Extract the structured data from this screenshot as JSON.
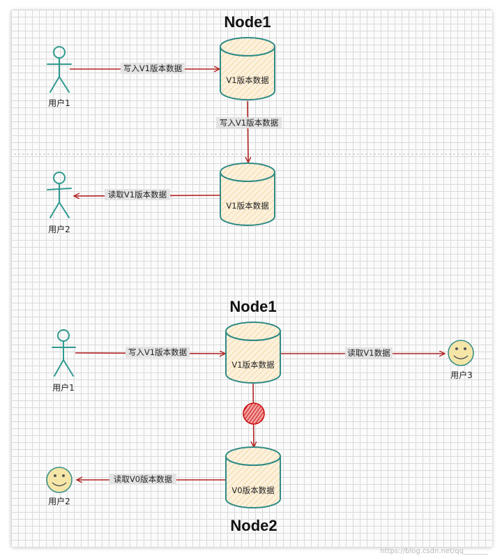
{
  "top": {
    "node_title": "Node1",
    "db1_label": "V1版本数据",
    "db2_label": "V1版本数据",
    "user1": "用户1",
    "user2": "用户2",
    "edge_user1_db1": "写入V1版本数据",
    "edge_db1_db2": "写入V1版本数据",
    "edge_db2_user2": "读取V1版本数据"
  },
  "bottom": {
    "node1_title": "Node1",
    "node2_title": "Node2",
    "db1_label": "V1版本数据",
    "db2_label": "V0版本数据",
    "user1": "用户1",
    "user2": "用户2",
    "user3": "用户3",
    "edge_user1_db1": "写入V1版本数据",
    "edge_db1_user3": "读取V1数据",
    "edge_db2_user2": "读取V0版本数据"
  },
  "watermark": "https://blog.csdn.net/qq_______",
  "colors": {
    "db_stroke": "#2f8a85",
    "db_fill": "#fbeed6",
    "arrow": "#b22222",
    "stick_figure": "#2f9a8f",
    "smiley": "#f5e6a8",
    "blocked": "#e02020"
  }
}
